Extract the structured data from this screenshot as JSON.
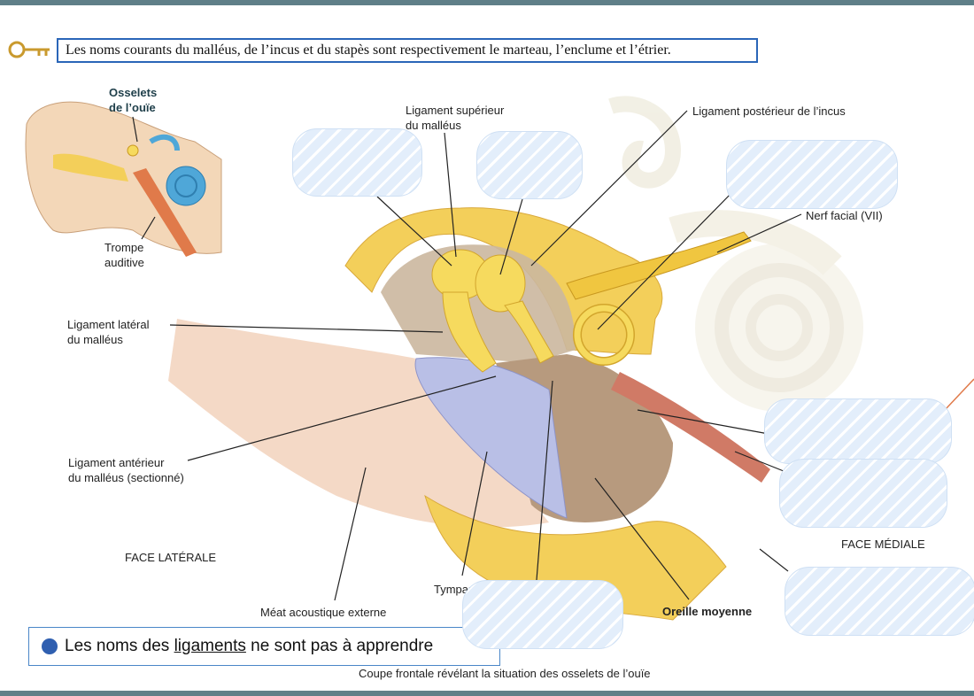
{
  "top_note": "Les noms courants du malléus, de l’incus et du stapès sont respectivement le marteau, l’enclume et l’étrier.",
  "labels": {
    "osselets_line1": "Osselets",
    "osselets_line2": "de l’ouïe",
    "trompe_line1": "Trompe",
    "trompe_line2": "auditive",
    "lig_sup_line1": "Ligament supérieur",
    "lig_sup_line2": "du malléus",
    "lig_post": "Ligament postérieur de l’incus",
    "nerf_facial": "Nerf facial (VII)",
    "lig_lat_line1": "Ligament latéral",
    "lig_lat_line2": "du malléus",
    "lig_ant_line1": "Ligament antérieur",
    "lig_ant_line2": "du malléus (sectionné)",
    "face_laterale": "FACE LATÉRALE",
    "face_mediale": "FACE MÉDIALE",
    "meat": "Méat acoustique externe",
    "tympan": "Tympan",
    "oreille_moyenne": "Oreille moyenne",
    "caption": "Coupe frontale révélant la situation des osselets de l’ouïe"
  },
  "bottom_note": {
    "bullet_color": "#2f5fb0",
    "prefix": "Les noms des ",
    "underlined": "ligaments",
    "suffix": " ne sont pas à apprendre"
  },
  "icons": [
    "key-icon"
  ],
  "colors": {
    "accent": "#2a66b8",
    "bone": "#f3cf5a",
    "blank_fill": "#e3eefb"
  }
}
